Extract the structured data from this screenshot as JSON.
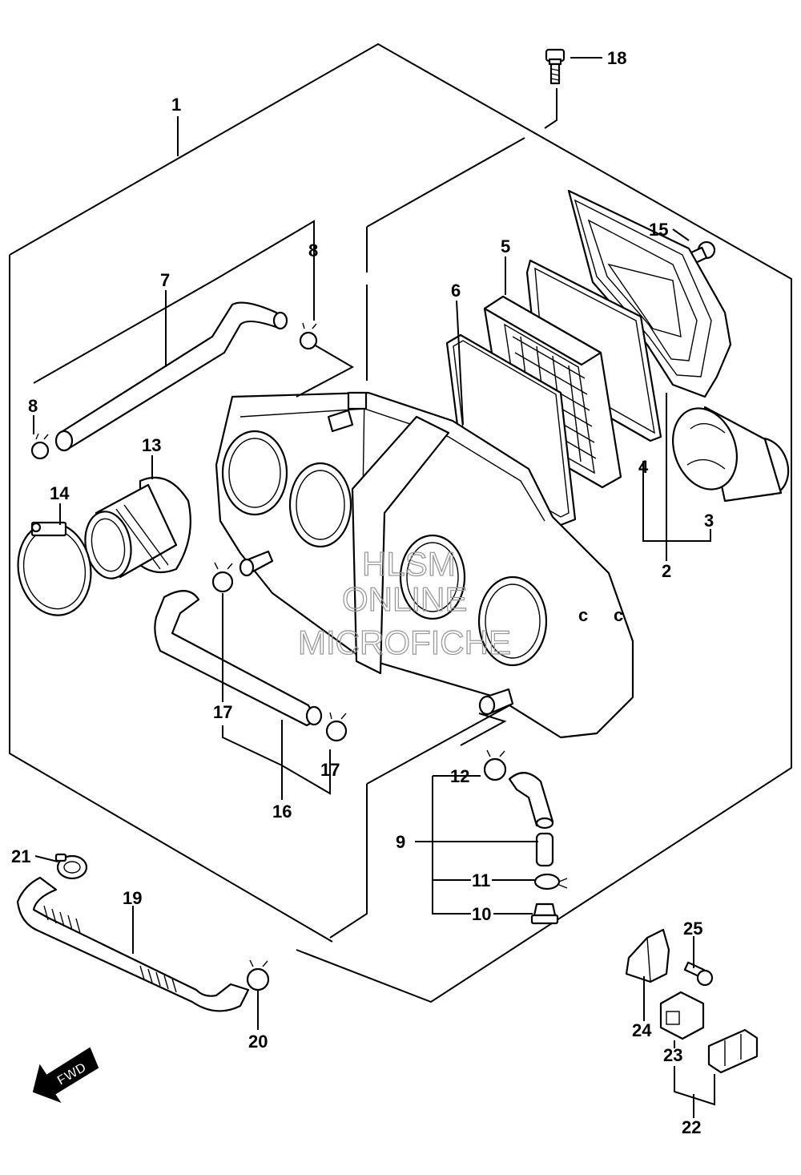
{
  "watermark": {
    "line1": "HLSM",
    "line2": "ONLINE",
    "line3": "MICROFICHE"
  },
  "direction_arrow": {
    "label": "FWD"
  },
  "callouts": {
    "c1": "1",
    "c2": "2",
    "c3": "3",
    "c4": "4",
    "c5": "5",
    "c6": "6",
    "c7": "7",
    "c8a": "8",
    "c8b": "8",
    "c9": "9",
    "c10": "10",
    "c11": "11",
    "c12": "12",
    "c13": "13",
    "c14": "14",
    "c15": "15",
    "c16": "16",
    "c17a": "17",
    "c17b": "17",
    "c18": "18",
    "c19": "19",
    "c20": "20",
    "c21": "21",
    "c22": "22",
    "c23": "23",
    "c24": "24",
    "c25": "25"
  },
  "colors": {
    "ink": "#000000",
    "paper": "#ffffff",
    "watermark": "#9a9a9a"
  }
}
